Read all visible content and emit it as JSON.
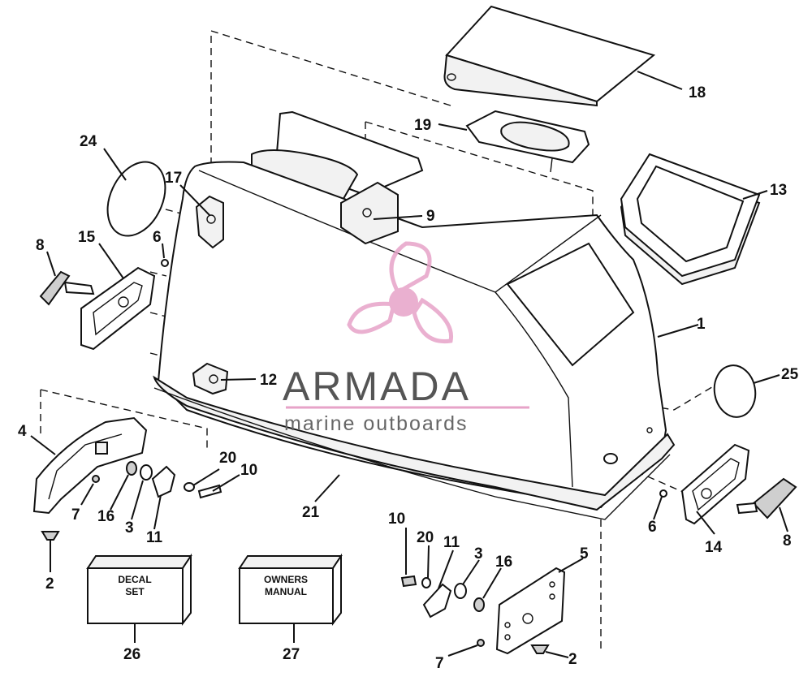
{
  "watermark": {
    "brand": "ARMADA",
    "tagline": "marine outboards",
    "logo_color": "#e7a3c8",
    "text_color": "#555555"
  },
  "boxes": {
    "decal_line1": "DECAL",
    "decal_line2": "SET",
    "manual_line1": "OWNERS",
    "manual_line2": "MANUAL"
  },
  "callouts": {
    "c1": "1",
    "c2a": "2",
    "c2b": "2",
    "c3a": "3",
    "c3b": "3",
    "c4": "4",
    "c5": "5",
    "c6a": "6",
    "c6b": "6",
    "c7a": "7",
    "c7b": "7",
    "c8a": "8",
    "c8b": "8",
    "c9": "9",
    "c10a": "10",
    "c10b": "10",
    "c11a": "11",
    "c11b": "11",
    "c12": "12",
    "c13": "13",
    "c14": "14",
    "c15": "15",
    "c16a": "16",
    "c16b": "16",
    "c17": "17",
    "c18": "18",
    "c19": "19",
    "c20a": "20",
    "c20b": "20",
    "c21": "21",
    "c24": "24",
    "c25": "25",
    "c26": "26",
    "c27": "27"
  }
}
